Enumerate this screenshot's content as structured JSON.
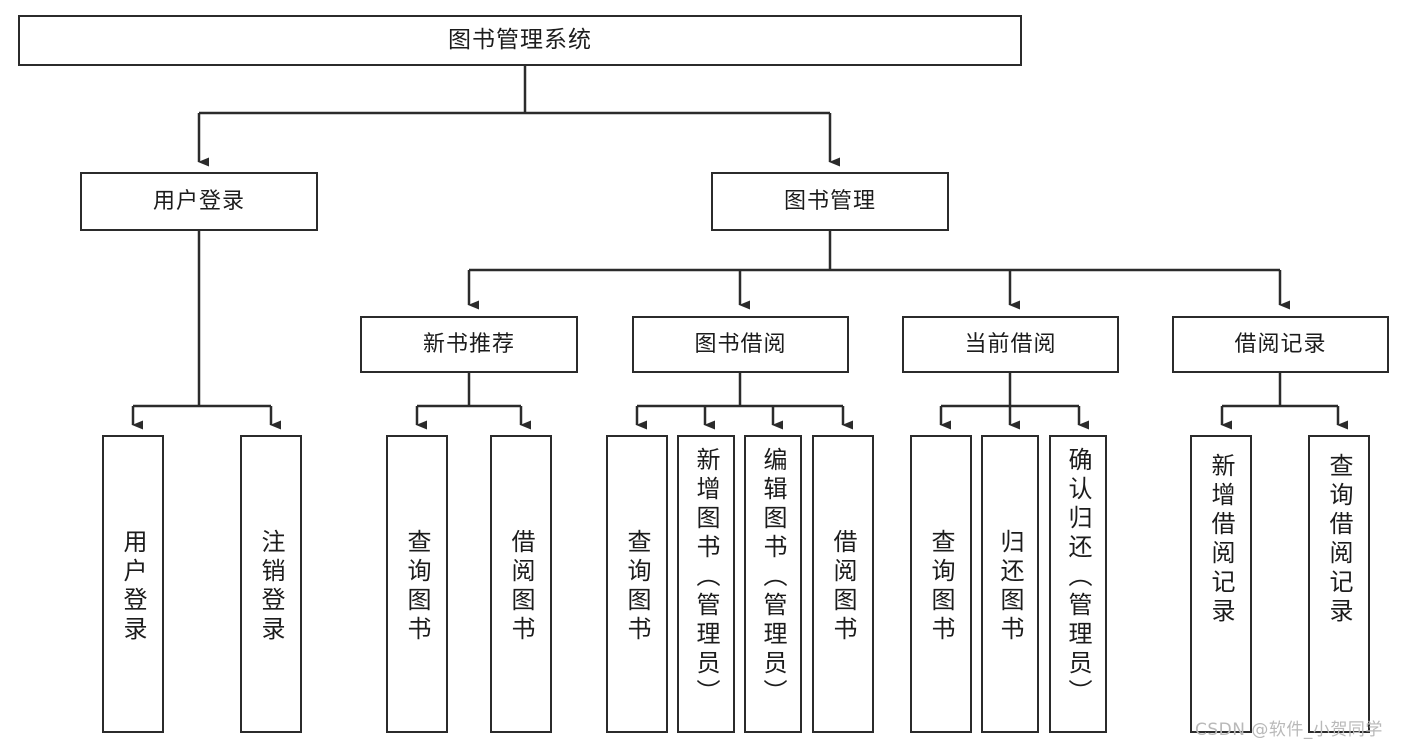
{
  "diagram": {
    "title": "图书管理系统",
    "type": "tree-hierarchy-chart",
    "colors": {
      "stroke": "#2b2b2b",
      "fill": "#ffffff",
      "text": "#1c1c1c",
      "watermark": "#b9b9b9"
    }
  },
  "nodes": {
    "root": {
      "label": "图书管理系统"
    },
    "level2": [
      {
        "label": "用户登录"
      },
      {
        "label": "图书管理"
      }
    ],
    "level3": [
      {
        "label": "新书推荐"
      },
      {
        "label": "图书借阅"
      },
      {
        "label": "当前借阅"
      },
      {
        "label": "借阅记录"
      }
    ],
    "leaves": {
      "user_login": [
        {
          "label": "用户登录"
        },
        {
          "label": "注销登录"
        }
      ],
      "new_book_recommend": [
        {
          "label": "查询图书"
        },
        {
          "label": "借阅图书"
        }
      ],
      "book_borrow": [
        {
          "label": "查询图书"
        },
        {
          "label": "新增图书（管理员）"
        },
        {
          "label": "编辑图书（管理员）"
        },
        {
          "label": "借阅图书"
        }
      ],
      "current_borrow": [
        {
          "label": "查询图书"
        },
        {
          "label": "归还图书"
        },
        {
          "label": "确认归还（管理员）"
        }
      ],
      "borrow_record": [
        {
          "label": "新增借阅记录"
        },
        {
          "label": "查询借阅记录"
        }
      ]
    }
  },
  "watermark": {
    "text": "CSDN @软件_小贺同学"
  }
}
